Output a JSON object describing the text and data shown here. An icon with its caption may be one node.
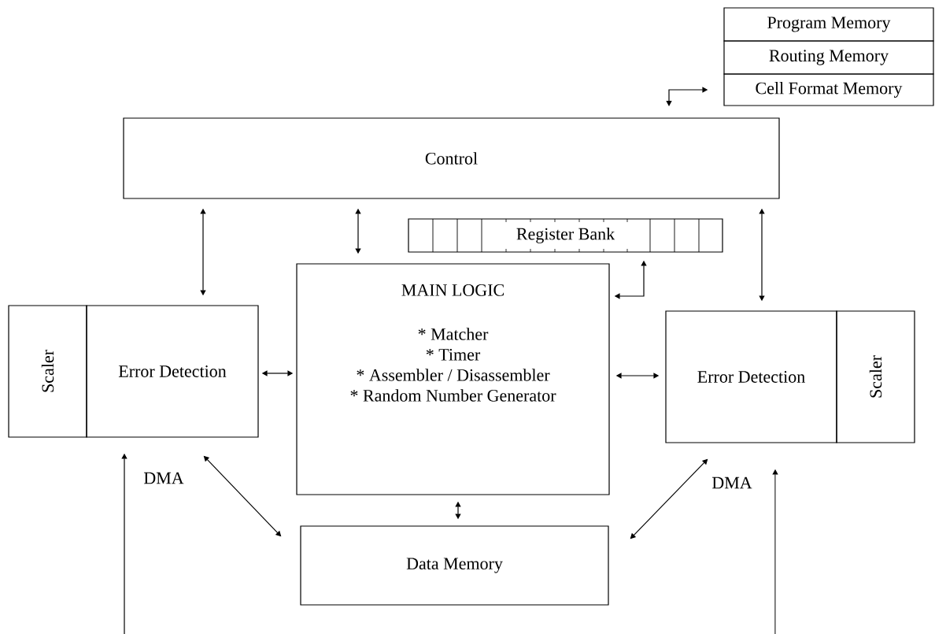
{
  "diagram": {
    "nodes": [
      {
        "text": [
          "Program Memory"
        ]
      },
      {
        "text": [
          "Routing Memory"
        ]
      },
      {
        "text": [
          "Cell Format Memory"
        ]
      },
      {
        "text": [
          "Control"
        ]
      },
      {
        "text": [
          "Register Bank"
        ]
      },
      {
        "text": [
          "MAIN LOGIC",
          "* Matcher",
          "* Timer",
          "* Assembler / Disassembler",
          "* Random Number Generator"
        ]
      },
      {
        "text": [
          "Scaler"
        ]
      },
      {
        "text": [
          "Error Detection"
        ]
      },
      {
        "text": [
          "Error Detection"
        ]
      },
      {
        "text": [
          "Scaler"
        ]
      },
      {
        "text": [
          "Data Memory"
        ]
      }
    ],
    "edges": [
      {
        "from": 3,
        "to": 2,
        "arrow": "both"
      },
      {
        "from": 3,
        "to": 7,
        "arrow": "both"
      },
      {
        "from": 3,
        "to": 5,
        "arrow": "both"
      },
      {
        "from": 4,
        "to": 5,
        "arrow": "both"
      },
      {
        "from": 3,
        "to": 8,
        "arrow": "both"
      },
      {
        "from": 7,
        "to": 5,
        "arrow": "both"
      },
      {
        "from": 5,
        "to": 8,
        "arrow": "both"
      },
      {
        "from": 5,
        "to": 10,
        "arrow": "both"
      },
      {
        "from": 7,
        "to": 10,
        "arrow": "both",
        "label": "DMA"
      },
      {
        "from": 8,
        "to": 10,
        "arrow": "both",
        "label": "DMA"
      },
      {
        "from": null,
        "to": 7,
        "arrow": "to"
      },
      {
        "from": null,
        "to": 8,
        "arrow": "to"
      }
    ]
  }
}
